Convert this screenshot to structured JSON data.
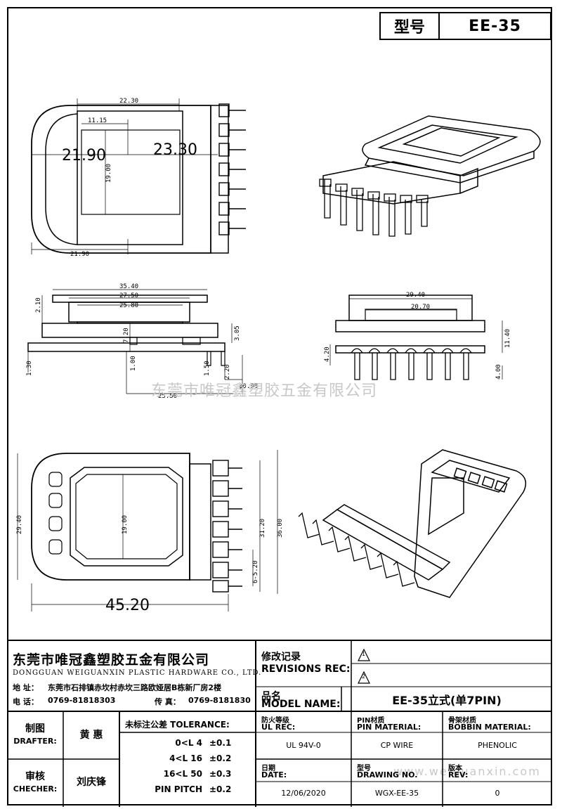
{
  "header": {
    "model_label": "型号",
    "model_value": "EE-35"
  },
  "dimensions": {
    "top_width": "22.30",
    "inner_1115": "11.15",
    "left_2190": "21.90",
    "right_2330": "23.30",
    "height_1900": "19.00",
    "bottom_2190": "21.90",
    "front_3540": "35.40",
    "front_2750": "27.50",
    "front_2580": "25.80",
    "front_210": "2.10",
    "front_720": "7.20",
    "front_305": "3.05",
    "front_130": "1.30",
    "front_100": "1.00",
    "front_150": "1.50",
    "front_220": "2.20",
    "front_090": "φ0.90",
    "front_2550": "25.50",
    "side_2940": "29.40",
    "side_2070": "20.70",
    "side_1140": "11.40",
    "side_420": "4.20",
    "side_400": "4.00",
    "plan_2940": "29.40",
    "plan_1900": "19.00",
    "plan_3120": "31.20",
    "plan_3600": "36.00",
    "plan_pitch": "6-5.20",
    "plan_4520": "45.20"
  },
  "watermark": "东莞市唯冠鑫塑胶五金有限公司",
  "watermark_url": "www.weiguanxin.com",
  "title_block": {
    "company_cn": "东莞市唯冠鑫塑胶五金有限公司",
    "company_en": "DONGGUAN WEIGUANXIN PLASTIC HARDWARE CO., LTD.",
    "address_label": "地 址：",
    "address": "东莞市石排镇赤坎村赤坎三路欧娅居B栋新厂房2楼",
    "phone_label": "电 话：",
    "phone": "0769-81818303",
    "fax_label": "传 真：",
    "fax": "0769-8181830",
    "rev_cn": "修改记录",
    "rev_en": "REVISIONS REC:",
    "rev_1": "1",
    "rev_2": "2",
    "model_name_cn": "品名",
    "model_name_en": "MODEL NAME:",
    "model_name_value": "EE-35立式(单7PIN)",
    "drafter_cn": "制图",
    "drafter_en": "DRAFTER:",
    "drafter_name": "黄 惠",
    "checker_cn": "审核",
    "checker_en": "CHECHER:",
    "checker_name": "刘庆锋",
    "tolerance_title": "未标注公差 TOLERANCE:",
    "tolerance_rows": [
      {
        "range": "0<L  4",
        "tol": "±0.1"
      },
      {
        "range": "4<L  16",
        "tol": "±0.2"
      },
      {
        "range": "16<L  50",
        "tol": "±0.3"
      },
      {
        "range": "PIN PITCH",
        "tol": "±0.2"
      }
    ],
    "ul_cn": "防火等级",
    "ul_en": "UL REC:",
    "ul_value": "UL 94V-0",
    "pin_cn": "PIN材质",
    "pin_en": "PIN MATERIAL:",
    "pin_value": "CP WIRE",
    "bobbin_cn": "骨架材质",
    "bobbin_en": "BOBBIN MATERIAL:",
    "bobbin_value": "PHENOLIC",
    "date_cn": "日期",
    "date_en": "DATE:",
    "date_value": "12/06/2020",
    "drawing_cn": "型号",
    "drawing_en": "DRAWING NO.",
    "drawing_value": "WGX-EE-35",
    "rev_no_cn": "版本",
    "rev_no_en": "REV:",
    "rev_no_value": "0"
  }
}
